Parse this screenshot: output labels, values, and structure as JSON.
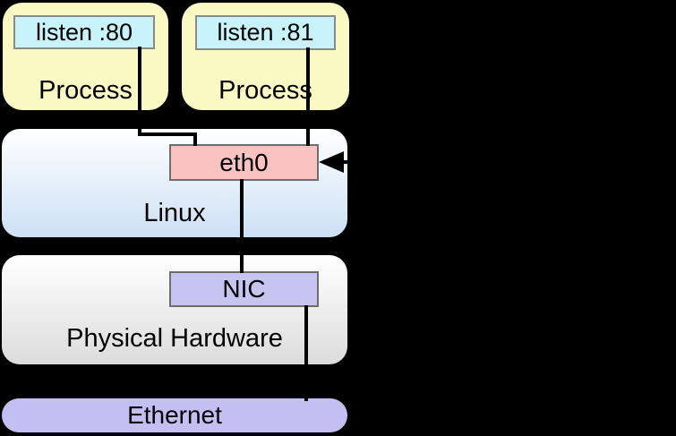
{
  "diagram": {
    "processes": [
      {
        "label": "Process",
        "socket": "listen :80"
      },
      {
        "label": "Process",
        "socket": "listen :81"
      }
    ],
    "os": {
      "label": "Linux",
      "interface": "eth0"
    },
    "hardware": {
      "label": "Physical Hardware",
      "device": "NIC"
    },
    "network": {
      "label": "Ethernet"
    }
  },
  "colors": {
    "background": "#000000",
    "process_fill": "#faf9c4",
    "listen_fill": "#c8f3fb",
    "listen_border": "#8a8a8a",
    "box_border": "#6e6e6e",
    "eth0_fill": "#fbc2c2",
    "nic_fill": "#c6c4f1",
    "linux_top": "#ffffff",
    "linux_bottom": "#cce0f5",
    "hw_top": "#ffffff",
    "hw_bottom": "#dcdcdc",
    "ethernet_fill": "#c4bff3",
    "line": "#000000"
  }
}
